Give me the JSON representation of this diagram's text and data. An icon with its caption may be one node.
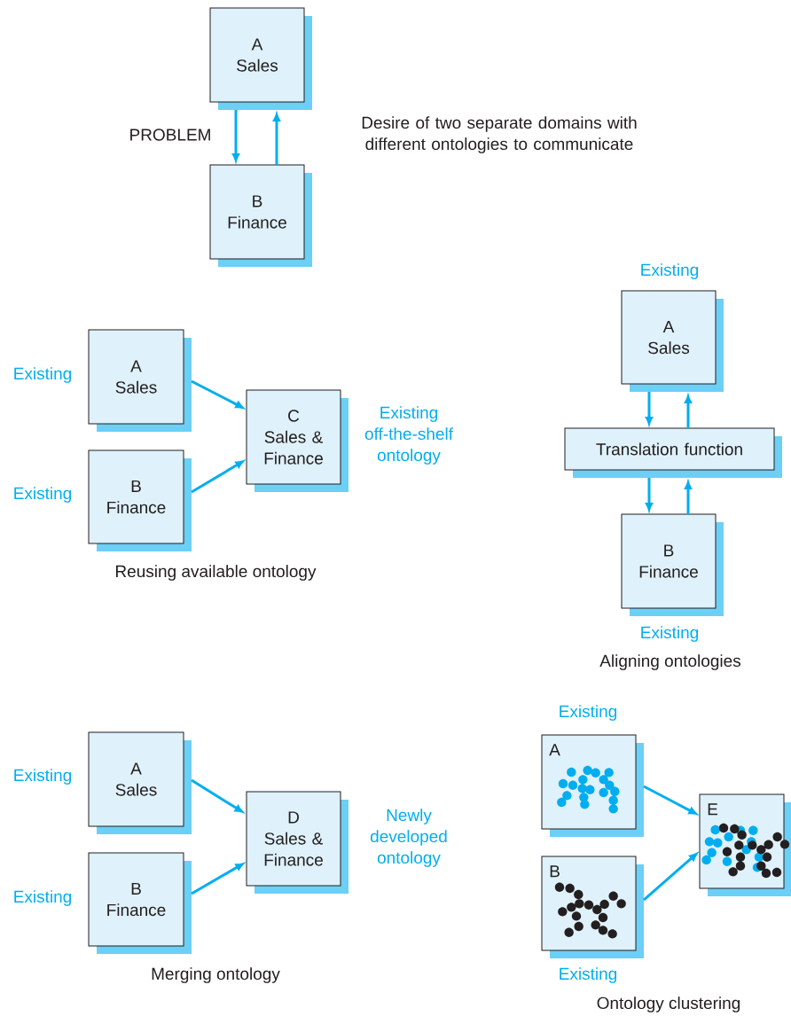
{
  "diagram": {
    "nodes": [
      {
        "text": [
          "A",
          "Sales"
        ]
      },
      {
        "text": [
          "B",
          "Finance"
        ]
      },
      {
        "text": [
          "A",
          "Sales"
        ],
        "beside": [
          "Existing"
        ]
      },
      {
        "text": [
          "B",
          "Finance"
        ],
        "beside": [
          "Existing"
        ]
      },
      {
        "text": [
          "C",
          "Sales & Finance"
        ],
        "beside": [
          "Existing off-the-shelf ontology"
        ]
      },
      {
        "text": [
          "A",
          "Sales"
        ],
        "beside": [
          "Existing"
        ]
      },
      {
        "text": [
          "Translation function"
        ]
      },
      {
        "text": [
          "B",
          "Finance"
        ],
        "beside": [
          "Existing"
        ]
      },
      {
        "text": [
          "A",
          "Sales"
        ],
        "beside": [
          "Existing"
        ]
      },
      {
        "text": [
          "B",
          "Finance"
        ],
        "beside": [
          "Existing"
        ]
      },
      {
        "text": [
          "D",
          "Sales & Finance"
        ],
        "beside": [
          "Newly developed ontology"
        ]
      },
      {
        "text": [
          "A"
        ],
        "beside": [
          "Existing"
        ]
      },
      {
        "text": [
          "B"
        ],
        "beside": [
          "Existing"
        ]
      },
      {
        "text": [
          "E"
        ]
      }
    ],
    "edges": [
      {
        "from": 0,
        "to": 1,
        "arrow": "to"
      },
      {
        "from": 1,
        "to": 0,
        "arrow": "to"
      },
      {
        "from": 2,
        "to": 4,
        "arrow": "to"
      },
      {
        "from": 3,
        "to": 4,
        "arrow": "to"
      },
      {
        "from": 5,
        "to": 6,
        "arrow": "to"
      },
      {
        "from": 6,
        "to": 5,
        "arrow": "to"
      },
      {
        "from": 6,
        "to": 7,
        "arrow": "to"
      },
      {
        "from": 7,
        "to": 6,
        "arrow": "to"
      },
      {
        "from": 8,
        "to": 10,
        "arrow": "to"
      },
      {
        "from": 9,
        "to": 10,
        "arrow": "to"
      },
      {
        "from": 11,
        "to": 13,
        "arrow": "to"
      },
      {
        "from": 12,
        "to": 13,
        "arrow": "to"
      }
    ],
    "labels": [
      "PROBLEM",
      "Desire of two separate domains with different ontologies to communicate",
      "Reusing available ontology",
      "Aligning ontologies",
      "Merging ontology",
      "Ontology clustering"
    ]
  }
}
